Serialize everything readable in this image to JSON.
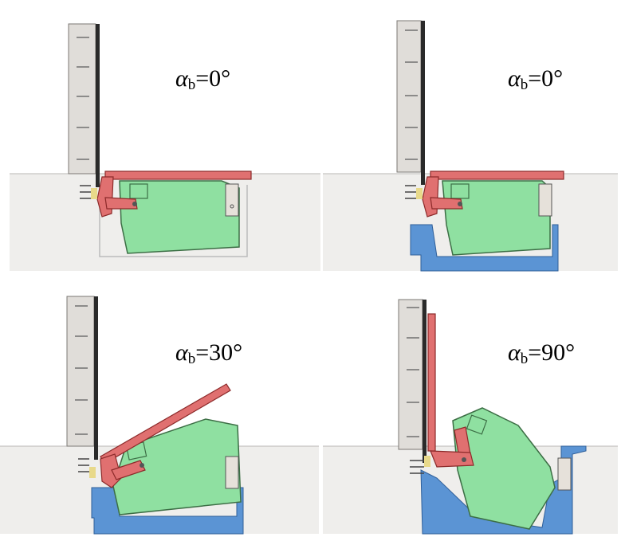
{
  "panels": [
    {
      "id": "top-left",
      "alpha_symbol": "α",
      "alpha_sub": "b",
      "alpha_value": "=0°"
    },
    {
      "id": "top-right",
      "alpha_symbol": "α",
      "alpha_sub": "b",
      "alpha_value": "=0°"
    },
    {
      "id": "bottom-left",
      "alpha_symbol": "α",
      "alpha_sub": "b",
      "alpha_value": "=30°"
    },
    {
      "id": "bottom-right",
      "alpha_symbol": "α",
      "alpha_sub": "b",
      "alpha_value": "=90°"
    }
  ],
  "colors": {
    "wall": "#e0ddd9",
    "wall_edge": "#7b7874",
    "plate": "#2a2a2a",
    "floor": "#efeeec",
    "floor_line": "#b9b7b4",
    "lip": "#e07070",
    "lip_edge": "#8c2a2a",
    "deck": "#8fe0a1",
    "deck_edge": "#3c6e45",
    "pit": "#5b94d4",
    "pit_edge": "#2f5f99",
    "bracket": "#e6e1da",
    "yellow": "#e8d98a"
  }
}
